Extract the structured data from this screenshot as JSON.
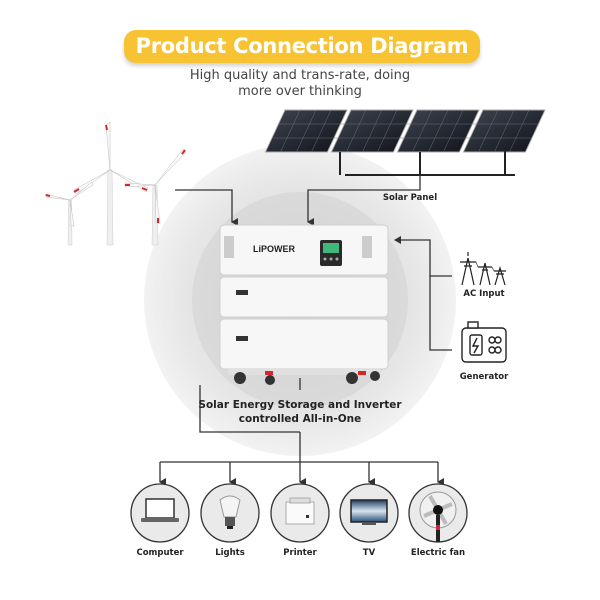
{
  "header": {
    "title": "Product Connection Diagram",
    "subtitle_line1": "High quality and trans-rate, doing",
    "subtitle_line2": "more over thinking"
  },
  "sources": {
    "solar_panel": "Solar Panel",
    "ac_input": "AC Input",
    "generator": "Generator"
  },
  "device": {
    "brand": "LiPOWER",
    "label_line1": "Solar Energy Storage and Inverter",
    "label_line2": "controlled All-in-One"
  },
  "loads": [
    {
      "label": "Computer",
      "icon": "laptop-icon"
    },
    {
      "label": "Lights",
      "icon": "bulb-icon"
    },
    {
      "label": "Printer",
      "icon": "printer-icon"
    },
    {
      "label": "TV",
      "icon": "tv-icon"
    },
    {
      "label": "Electric fan",
      "icon": "fan-icon"
    }
  ],
  "colors": {
    "banner": "#f8c332",
    "line": "#444444",
    "accent_red": "#d8252b"
  }
}
